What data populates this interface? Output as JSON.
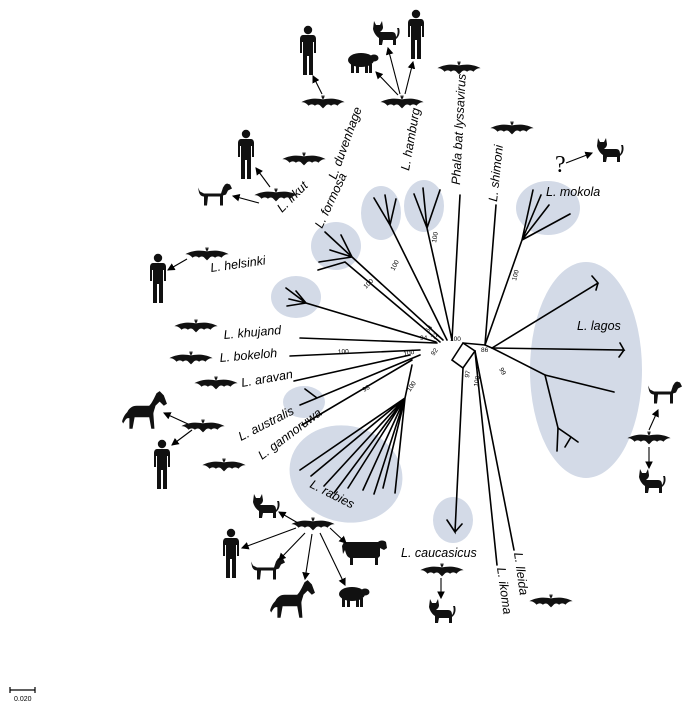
{
  "tree": {
    "taxa": {
      "duvenhage": "L. duvenhage",
      "hamburg": "L. hamburg",
      "phala": "Phala bat lyssavirus",
      "shimoni": "L. shimoni",
      "mokola": "L. mokola",
      "formosa": "L. formosa",
      "irkut": "L. irkut",
      "helsinki": "L. helsinki",
      "khujand": "L. khujand",
      "bokeloh": "L. bokeloh",
      "aravan": "L. aravan",
      "australis": "L. australis",
      "gannoruwa": "L. gannoruwa",
      "rabies": "L. rabies",
      "caucasicus": "L. caucasicus",
      "lleida": "L. lleida",
      "ikoma": "L. ikoma",
      "lagos": "L. lagos"
    },
    "bootstrap": {
      "b_mokola": "100",
      "b_hamburg": "100",
      "b_duvenhage": "100",
      "b_formosa": "100",
      "b_64": "64",
      "b_72": "72",
      "b_94": "94",
      "b_100a": "100",
      "b_92": "92",
      "b_bokeloh": "100",
      "b_100b": "100",
      "b_98a": "98",
      "b_100c": "100",
      "b_98b": "98",
      "b_86": "86",
      "b_99": "99",
      "b_97": "97",
      "b_100d": "100"
    },
    "unknown_host": "?",
    "scale_label": "0.020"
  },
  "icons": {
    "bat": "bat-silhouette-icon",
    "human": "human-silhouette-icon",
    "dog": "dog-silhouette-icon",
    "cat": "cat-silhouette-icon",
    "sheep": "sheep-silhouette-icon",
    "horse": "horse-silhouette-icon",
    "cow": "cow-silhouette-icon"
  },
  "colors": {
    "clade_highlight": "#d3dae7",
    "branch": "#000000"
  }
}
